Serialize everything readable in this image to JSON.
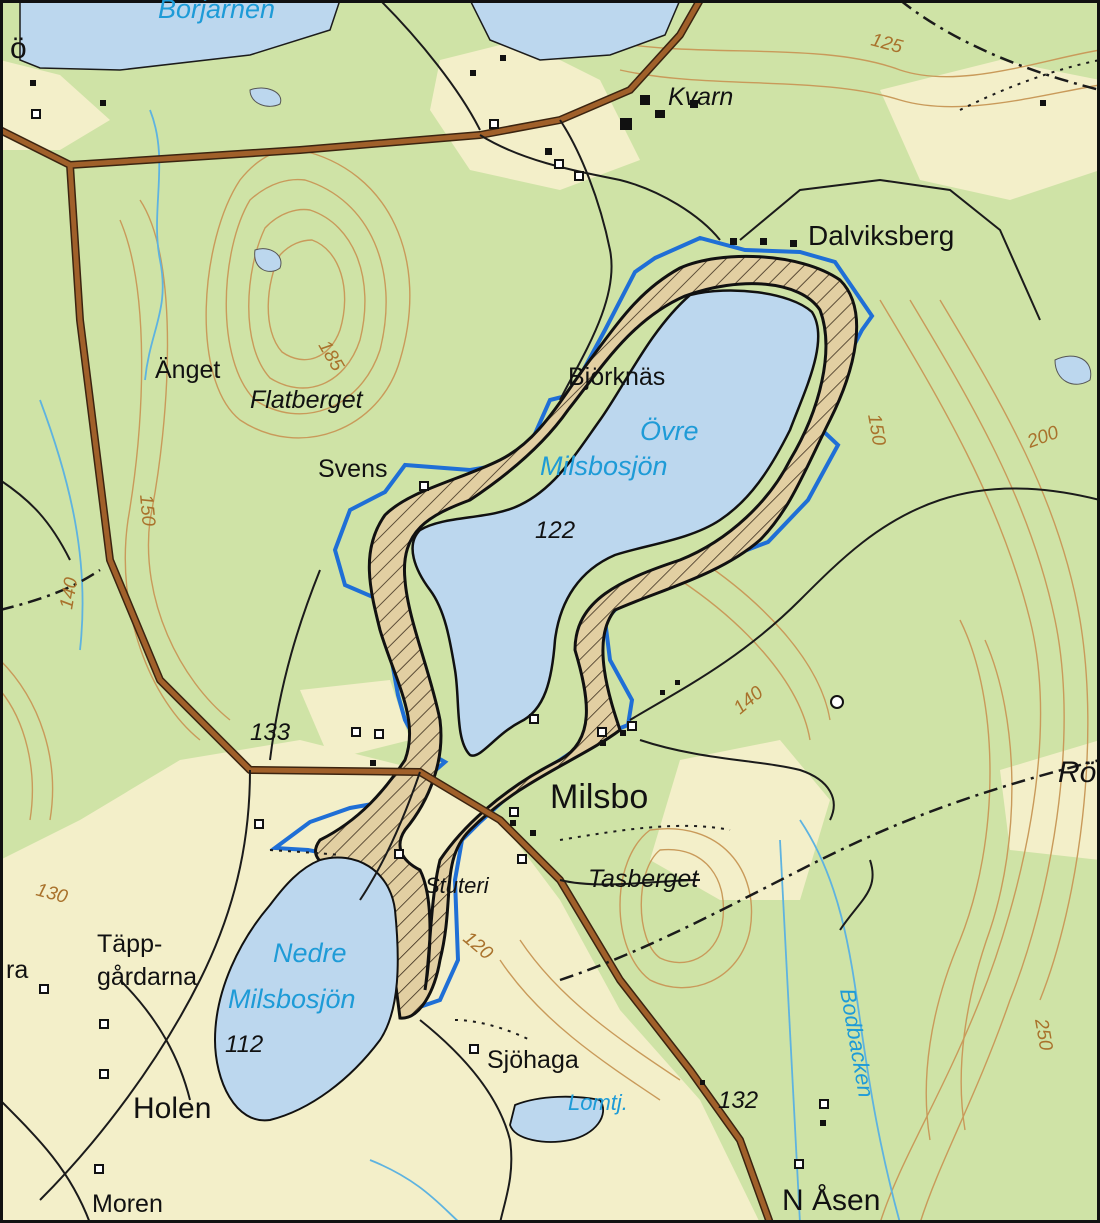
{
  "map": {
    "places": {
      "kvarn": "Kvarn",
      "dalviksberg": "Dalviksberg",
      "anget": "Änget",
      "flatberget": "Flatberget",
      "bjorknas": "Björknäs",
      "svens": "Svens",
      "milsbo": "Milsbo",
      "stuteri": "Stuteri",
      "tasberget": "Tasberget",
      "tapp_line1": "Täpp-",
      "tapp_line2": "gårdarna",
      "sjohaga": "Sjöhaga",
      "holen": "Holen",
      "moren": "Moren",
      "n_asen": "N Åsen",
      "partial_left_top": "ö",
      "partial_left_mid": "ra",
      "partial_right": "Rö"
    },
    "water": {
      "borjarnen": "Borjarnen",
      "ovre_line1": "Övre",
      "ovre_line2": "Milsbosjön",
      "nedre_line1": "Nedre",
      "nedre_line2": "Milsbosjön",
      "lomtj": "Lomtj.",
      "bodbacken": "Bodbacken"
    },
    "elevations": {
      "e122": "122",
      "e133": "133",
      "e112": "112",
      "e132": "132"
    },
    "contours": {
      "c125": "125",
      "c185": "185",
      "c150_left": "150",
      "c150_right": "150",
      "c200": "200",
      "c140_left": "140",
      "c140_mid": "140",
      "c130": "130",
      "c120": "120",
      "c250": "250"
    },
    "colors": {
      "land": "#f2eecb",
      "forest": "#cfe3a6",
      "water_fill": "#bcd7ee",
      "water_label": "#1e9bd7",
      "road": "#a0602a",
      "contour": "#c99a5a",
      "boundary": "#1f6fd6",
      "text": "#111111"
    }
  }
}
